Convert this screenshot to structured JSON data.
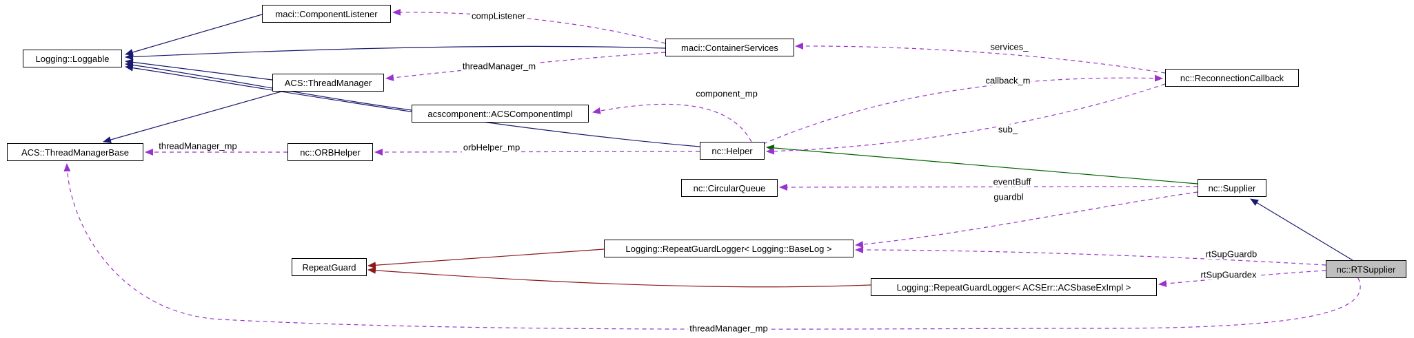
{
  "diagram": {
    "kind": "collaboration-graph",
    "highlighted_node": "nc::RTSupplier"
  },
  "colors": {
    "public_inheritance": "#191970",
    "protected_inheritance": "#006400",
    "private_inheritance": "#8B1A1A",
    "usage": "#9A32CD",
    "node_background": "#FFFFFF",
    "node_border": "#000000",
    "highlight_background": "#BFBFBF"
  },
  "nodes": [
    {
      "id": "maci-component-listener",
      "label": "maci::ComponentListener",
      "highlighted": false
    },
    {
      "id": "logging-loggable",
      "label": "Logging::Loggable",
      "highlighted": false
    },
    {
      "id": "maci-container-services",
      "label": "maci::ContainerServices",
      "highlighted": false
    },
    {
      "id": "acs-thread-manager",
      "label": "ACS::ThreadManager",
      "highlighted": false
    },
    {
      "id": "acscomponent-acscomponentimpl",
      "label": "acscomponent::ACSComponentImpl",
      "highlighted": false
    },
    {
      "id": "nc-reconnection-callback",
      "label": "nc::ReconnectionCallback",
      "highlighted": false
    },
    {
      "id": "acs-thread-manager-base",
      "label": "ACS::ThreadManagerBase",
      "highlighted": false
    },
    {
      "id": "nc-orbhelper",
      "label": "nc::ORBHelper",
      "highlighted": false
    },
    {
      "id": "nc-helper",
      "label": "nc::Helper",
      "highlighted": false
    },
    {
      "id": "nc-circular-queue",
      "label": "nc::CircularQueue",
      "highlighted": false
    },
    {
      "id": "nc-supplier",
      "label": "nc::Supplier",
      "highlighted": false
    },
    {
      "id": "logging-repeatguardlogger-baselog",
      "label": "Logging::RepeatGuardLogger< Logging::BaseLog >",
      "highlighted": false
    },
    {
      "id": "repeatguard",
      "label": "RepeatGuard",
      "highlighted": false
    },
    {
      "id": "logging-repeatguardlogger-acsbaseeximpl",
      "label": "Logging::RepeatGuardLogger< ACSErr::ACSbaseExImpl >",
      "highlighted": false
    },
    {
      "id": "nc-rtsupplier",
      "label": "nc::RTSupplier",
      "highlighted": true
    }
  ],
  "edges": [
    {
      "type": "usage",
      "label": "compListener",
      "from": "maci::ContainerServices",
      "to": "maci::ComponentListener"
    },
    {
      "type": "usage",
      "label": "services_",
      "from": "nc::ReconnectionCallback",
      "to": "maci::ContainerServices"
    },
    {
      "type": "usage",
      "label": "threadManager_m",
      "from": "maci::ContainerServices",
      "to": "ACS::ThreadManager"
    },
    {
      "type": "usage",
      "label": "callback_m",
      "from": "nc::Helper",
      "to": "nc::ReconnectionCallback"
    },
    {
      "type": "usage",
      "label": "component_mp",
      "from": "nc::Helper",
      "to": "acscomponent::ACSComponentImpl"
    },
    {
      "type": "usage",
      "label": "sub_",
      "from": "nc::ReconnectionCallback",
      "to": "nc::Helper"
    },
    {
      "type": "usage",
      "label": "threadManager_mp",
      "from": "nc::ORBHelper",
      "to": "ACS::ThreadManagerBase"
    },
    {
      "type": "usage",
      "label": "orbHelper_mp",
      "from": "nc::Helper",
      "to": "nc::ORBHelper"
    },
    {
      "type": "usage",
      "label": "eventBuff",
      "from": "nc::Supplier",
      "to": "nc::CircularQueue"
    },
    {
      "type": "usage",
      "label": "guardbl",
      "from": "nc::Supplier",
      "to": "Logging::RepeatGuardLogger< Logging::BaseLog >"
    },
    {
      "type": "usage",
      "label": "rtSupGuardb",
      "from": "nc::RTSupplier",
      "to": "Logging::RepeatGuardLogger< Logging::BaseLog >"
    },
    {
      "type": "usage",
      "label": "rtSupGuardex",
      "from": "nc::RTSupplier",
      "to": "Logging::RepeatGuardLogger< ACSErr::ACSbaseExImpl >"
    },
    {
      "type": "usage",
      "label": "threadManager_mp",
      "from": "nc::RTSupplier",
      "to": "ACS::ThreadManagerBase"
    },
    {
      "type": "public-inheritance",
      "label": "",
      "from": "maci::ComponentListener",
      "to": "Logging::Loggable"
    },
    {
      "type": "public-inheritance",
      "label": "",
      "from": "maci::ContainerServices",
      "to": "Logging::Loggable"
    },
    {
      "type": "public-inheritance",
      "label": "",
      "from": "ACS::ThreadManager",
      "to": "Logging::Loggable"
    },
    {
      "type": "public-inheritance",
      "label": "",
      "from": "acscomponent::ACSComponentImpl",
      "to": "Logging::Loggable"
    },
    {
      "type": "public-inheritance",
      "label": "",
      "from": "nc::Helper",
      "to": "Logging::Loggable"
    },
    {
      "type": "public-inheritance",
      "label": "",
      "from": "ACS::ThreadManager",
      "to": "ACS::ThreadManagerBase"
    },
    {
      "type": "protected-inheritance",
      "label": "",
      "from": "nc::Supplier",
      "to": "nc::Helper"
    },
    {
      "type": "public-inheritance",
      "label": "",
      "from": "nc::RTSupplier",
      "to": "nc::Supplier"
    },
    {
      "type": "private-inheritance",
      "label": "",
      "from": "Logging::RepeatGuardLogger< Logging::BaseLog >",
      "to": "RepeatGuard"
    },
    {
      "type": "private-inheritance",
      "label": "",
      "from": "Logging::RepeatGuardLogger< ACSErr::ACSbaseExImpl >",
      "to": "RepeatGuard"
    }
  ]
}
